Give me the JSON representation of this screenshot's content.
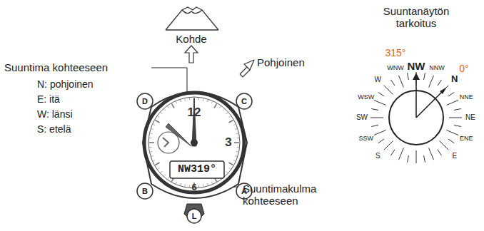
{
  "diagram": {
    "labels": [
      "Kohde",
      "Suuntima kohteeseen",
      "N: pohjoinen",
      "E: itä",
      "W: länsi",
      "S: etelä",
      "Pohjoinen",
      "Suuntanäytön tarkoitus",
      "12",
      "3",
      "6",
      "NW319°",
      "D",
      "C",
      "B",
      "A",
      "L",
      "Suuntimakulma kohteeseen",
      "315°",
      "0°",
      "NW",
      "NNW",
      "N",
      "NNE",
      "NE",
      "ENE",
      "E",
      "WNW",
      "W",
      "WSW",
      "SW",
      "SSW",
      "S"
    ]
  }
}
